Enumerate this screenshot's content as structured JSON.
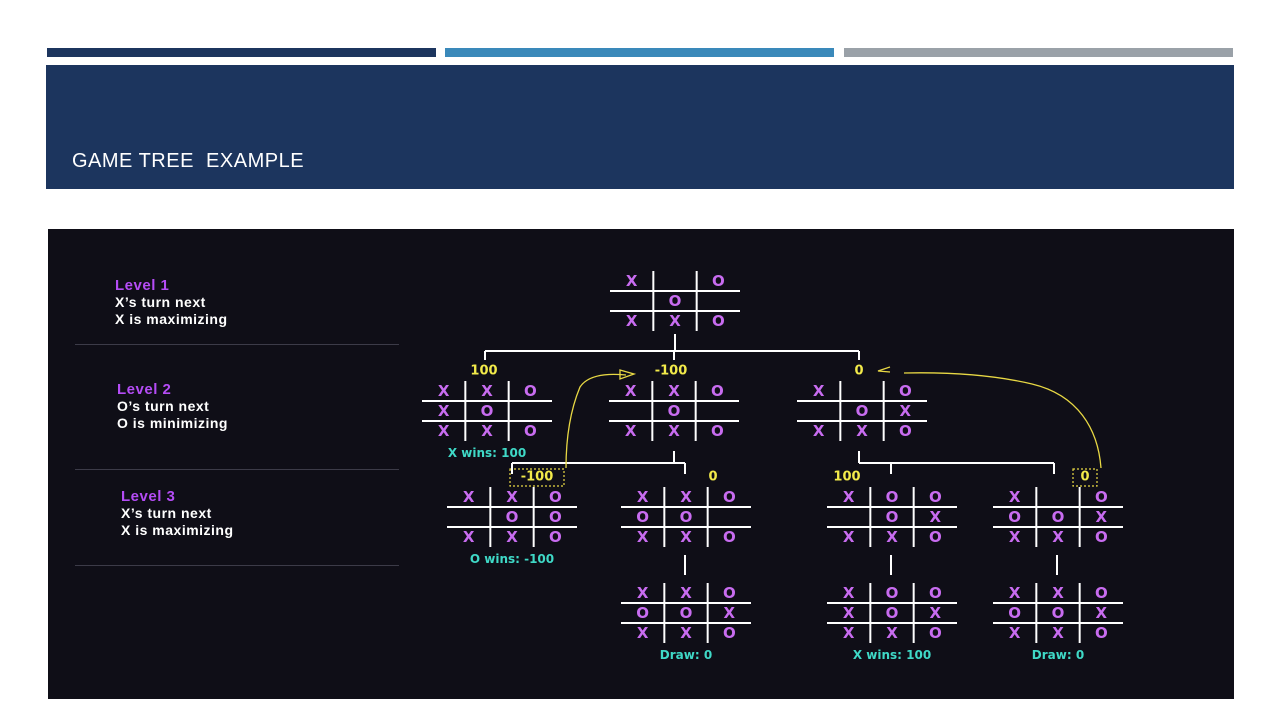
{
  "slide": {
    "title": "GAME TREE  EXAMPLE",
    "accent_colors": [
      "#1c355e",
      "#3a89ba",
      "#9aa1a8"
    ]
  },
  "colors": {
    "background": "#0f0e17",
    "mark": "#c86cf0",
    "grid": "#ffffff",
    "score": "#f2ea4a",
    "result": "#3fd9c7",
    "level_title": "#b44cf5",
    "annotation": "#e8d844"
  },
  "levels": [
    {
      "title": "Level 1",
      "line1": "X’s turn next",
      "line2": "X is maximizing"
    },
    {
      "title": "Level 2",
      "line1": "O’s turn next",
      "line2": "O is minimizing"
    },
    {
      "title": "Level 3",
      "line1": "X’s turn next",
      "line2": "X is maximizing"
    }
  ],
  "boards": [
    {
      "id": "root",
      "cells": [
        "X",
        "",
        "O",
        "",
        "O",
        "",
        "X",
        "X",
        "O"
      ]
    },
    {
      "id": "b2a",
      "cells": [
        "X",
        "X",
        "O",
        "X",
        "O",
        "",
        "X",
        "X",
        "O"
      ],
      "score": "100",
      "result": "X wins: 100"
    },
    {
      "id": "b2b",
      "cells": [
        "X",
        "X",
        "O",
        "",
        "O",
        "",
        "X",
        "X",
        "O"
      ],
      "score": "-100"
    },
    {
      "id": "b2c",
      "cells": [
        "X",
        "",
        "O",
        "",
        "O",
        "X",
        "X",
        "X",
        "O"
      ],
      "score": "0"
    },
    {
      "id": "b3a",
      "cells": [
        "X",
        "X",
        "O",
        "",
        "O",
        "O",
        "X",
        "X",
        "O"
      ],
      "score": "-100",
      "boxed": true,
      "result": "O wins: -100"
    },
    {
      "id": "b3b",
      "cells": [
        "X",
        "X",
        "O",
        "O",
        "O",
        "",
        "X",
        "X",
        "O"
      ],
      "score": "0"
    },
    {
      "id": "b3c",
      "cells": [
        "X",
        "O",
        "O",
        "",
        "O",
        "X",
        "X",
        "X",
        "O"
      ],
      "score": "100"
    },
    {
      "id": "b3d",
      "cells": [
        "X",
        "",
        "O",
        "O",
        "O",
        "X",
        "X",
        "X",
        "O"
      ],
      "score": "0",
      "boxed": true
    },
    {
      "id": "b4a",
      "cells": [
        "X",
        "X",
        "O",
        "O",
        "O",
        "X",
        "X",
        "X",
        "O"
      ],
      "result": "Draw: 0"
    },
    {
      "id": "b4b",
      "cells": [
        "X",
        "O",
        "O",
        "X",
        "O",
        "X",
        "X",
        "X",
        "O"
      ],
      "result": "X wins: 100"
    },
    {
      "id": "b4c",
      "cells": [
        "X",
        "X",
        "O",
        "O",
        "O",
        "X",
        "X",
        "X",
        "O"
      ],
      "result": "Draw: 0"
    }
  ]
}
